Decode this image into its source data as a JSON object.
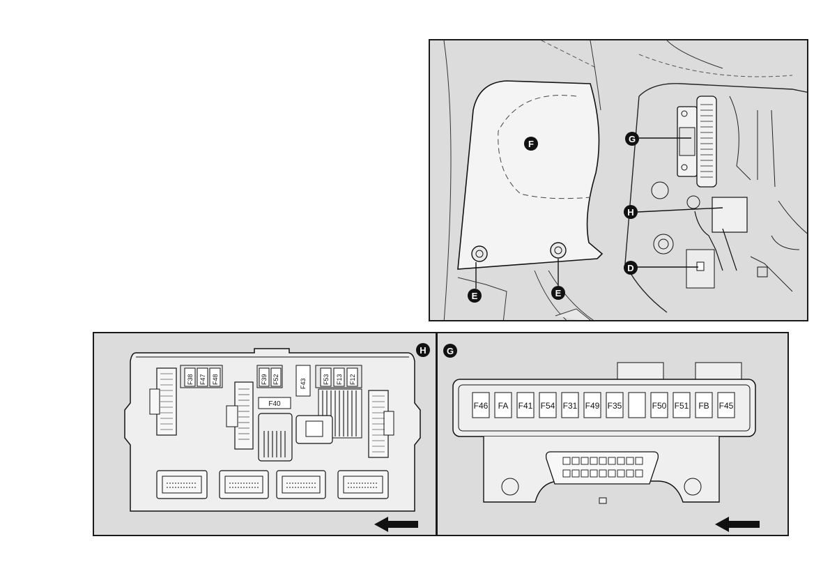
{
  "top_view": {
    "callouts": {
      "F": "F",
      "G": "G",
      "H": "H",
      "D": "D",
      "E1": "E",
      "E2": "E"
    }
  },
  "fuse_box_h": {
    "badge": "H",
    "fuses_top_vertical": [
      "F38",
      "F47",
      "F48",
      "F39",
      "F52",
      "F43",
      "F53",
      "F13",
      "F12"
    ],
    "fuse_horizontal": "F40"
  },
  "fuse_box_g": {
    "badge": "G",
    "fuses": [
      "F46",
      "FA",
      "F41",
      "F54",
      "F31",
      "F49",
      "F35",
      "",
      "F50",
      "F51",
      "FB",
      "F45"
    ]
  }
}
